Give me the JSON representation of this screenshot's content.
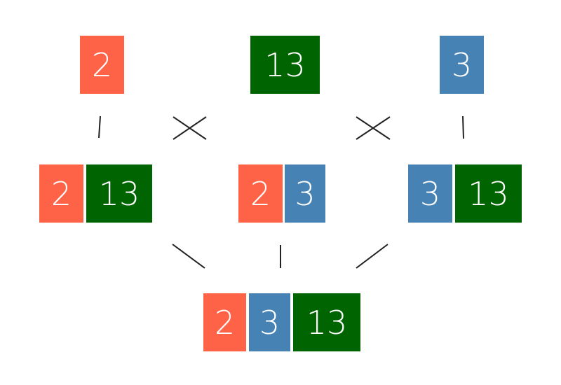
{
  "colors": {
    "coral": "#ff6347",
    "dark_green": "#006400",
    "steel_blue": "#4682b4",
    "line": "#222222",
    "background": "#ffffff"
  },
  "level1": {
    "a": "2",
    "b": "13",
    "c": "3"
  },
  "level2": {
    "pair_left": [
      "2",
      "13"
    ],
    "pair_middle": [
      "2",
      "3"
    ],
    "pair_right": [
      "3",
      "13"
    ]
  },
  "level3": {
    "triple": [
      "2",
      "3",
      "13"
    ]
  }
}
